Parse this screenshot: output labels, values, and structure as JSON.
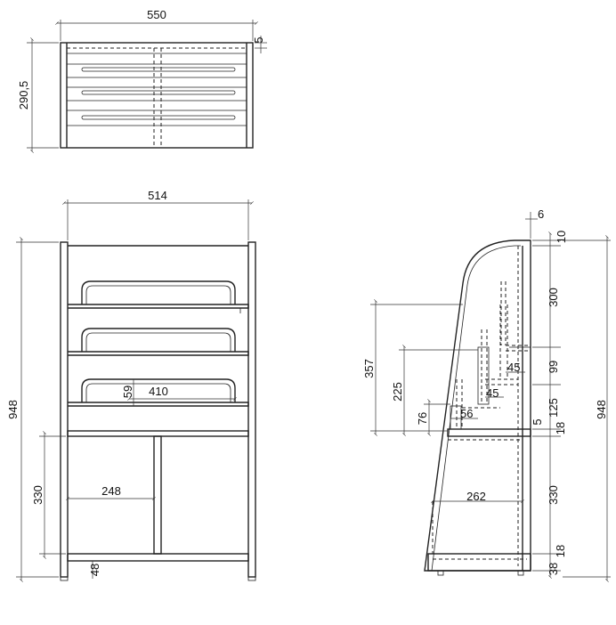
{
  "top_view": {
    "dims": {
      "width": "550",
      "depth": "290,5",
      "edge": "5"
    }
  },
  "front_view": {
    "dims": {
      "width": "514",
      "height": "948",
      "shelf_width": "410",
      "shelf_gap": "59",
      "bay_width": "248",
      "bay_height": "330",
      "base": "48"
    }
  },
  "side_view": {
    "dims": {
      "top_offset": "6",
      "top_thick": "10",
      "upper_height": "300",
      "mid_height": "99",
      "low_height": "125",
      "gap": "5",
      "shelf_thick": "18",
      "cab_height": "330",
      "bottom_thick": "18",
      "foot": "38",
      "total_height": "948",
      "height_357": "357",
      "height_225": "225",
      "height_76": "76",
      "depth_56": "56",
      "depth_45_upper": "45",
      "depth_45_lower": "45",
      "depth_262": "262"
    }
  }
}
